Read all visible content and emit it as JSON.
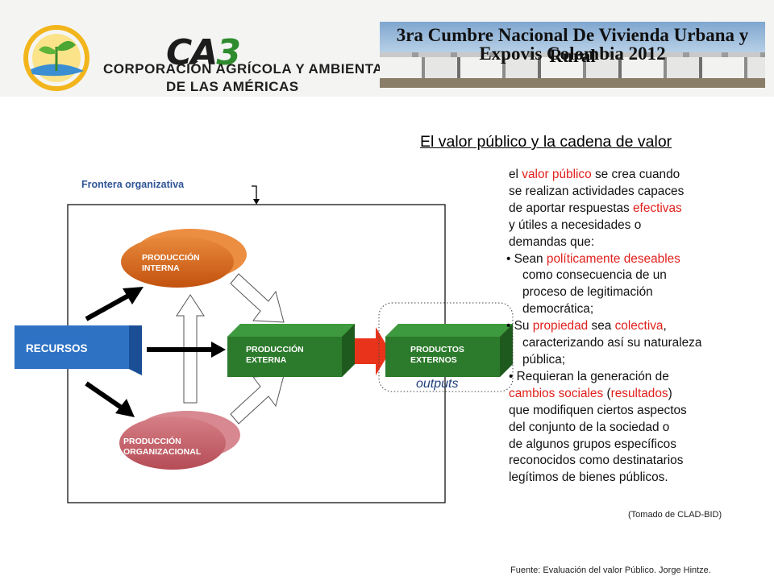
{
  "header": {
    "logo_ca": "CA",
    "logo_3": "3",
    "logo_line1": "CORPORACIÓN AGRÍCOLA Y AMBIENTAL",
    "logo_line2": "DE LAS AMÉRICAS",
    "banner_line1": "3ra Cumbre Nacional De Vivienda Urbana y Rural",
    "banner_line2": "Expovis Colombia 2012"
  },
  "title": "El valor público y la cadena de valor",
  "diagram": {
    "frontier_label": "Frontera organizativa",
    "recursos": "RECURSOS",
    "interna_1": "PRODUCCIÓN",
    "interna_2": "INTERNA",
    "externa_1": "PRODUCCIÓN",
    "externa_2": "EXTERNA",
    "organizacional_1": "PRODUCCIÓN",
    "organizacional_2": "ORGANIZACIONAL",
    "productos_1": "PRODUCTOS",
    "productos_2": "EXTERNOS",
    "outputs": "outputs"
  },
  "text": {
    "l1a": "el ",
    "l1b": "valor público",
    "l1c": " se crea cuando",
    "l2": "se realizan actividades capaces",
    "l3a": "de aportar respuestas ",
    "l3b": "efectivas",
    "l4": "y útiles a necesidades o",
    "l5": "demandas que:",
    "l6a": "• Sean ",
    "l6b": "políticamente deseables",
    "l7": "como consecuencia de un",
    "l8": "proceso de legitimación",
    "l9": "democrática;",
    "l10a": "• Su ",
    "l10b": "propiedad",
    "l10c": " sea ",
    "l10d": "colectiva",
    "l10e": ",",
    "l11": "caracterizando así su naturaleza",
    "l12": "pública;",
    "l13": "•  Requieran la generación de",
    "l14a": "cambios sociales",
    "l14b": " (",
    "l14c": "resultados",
    "l14d": ")",
    "l15": "que modifiquen ciertos aspectos",
    "l16": "del conjunto de la sociedad o",
    "l17": "de algunos grupos específicos",
    "l18": "reconocidos como destinatarios",
    "l19": "legítimos de bienes públicos."
  },
  "source": "(Tomado de CLAD-BID)",
  "fuente": "Fuente: Evaluación del valor Público. Jorge Hintze.",
  "colors": {
    "accent_red": "#e0201c",
    "blue_box": "#2e72c4",
    "green_box": "#2c7a2c",
    "orange_ellipse": "#d85f1a",
    "rose_ellipse": "#c05a62",
    "label_blue": "#2f5596"
  }
}
